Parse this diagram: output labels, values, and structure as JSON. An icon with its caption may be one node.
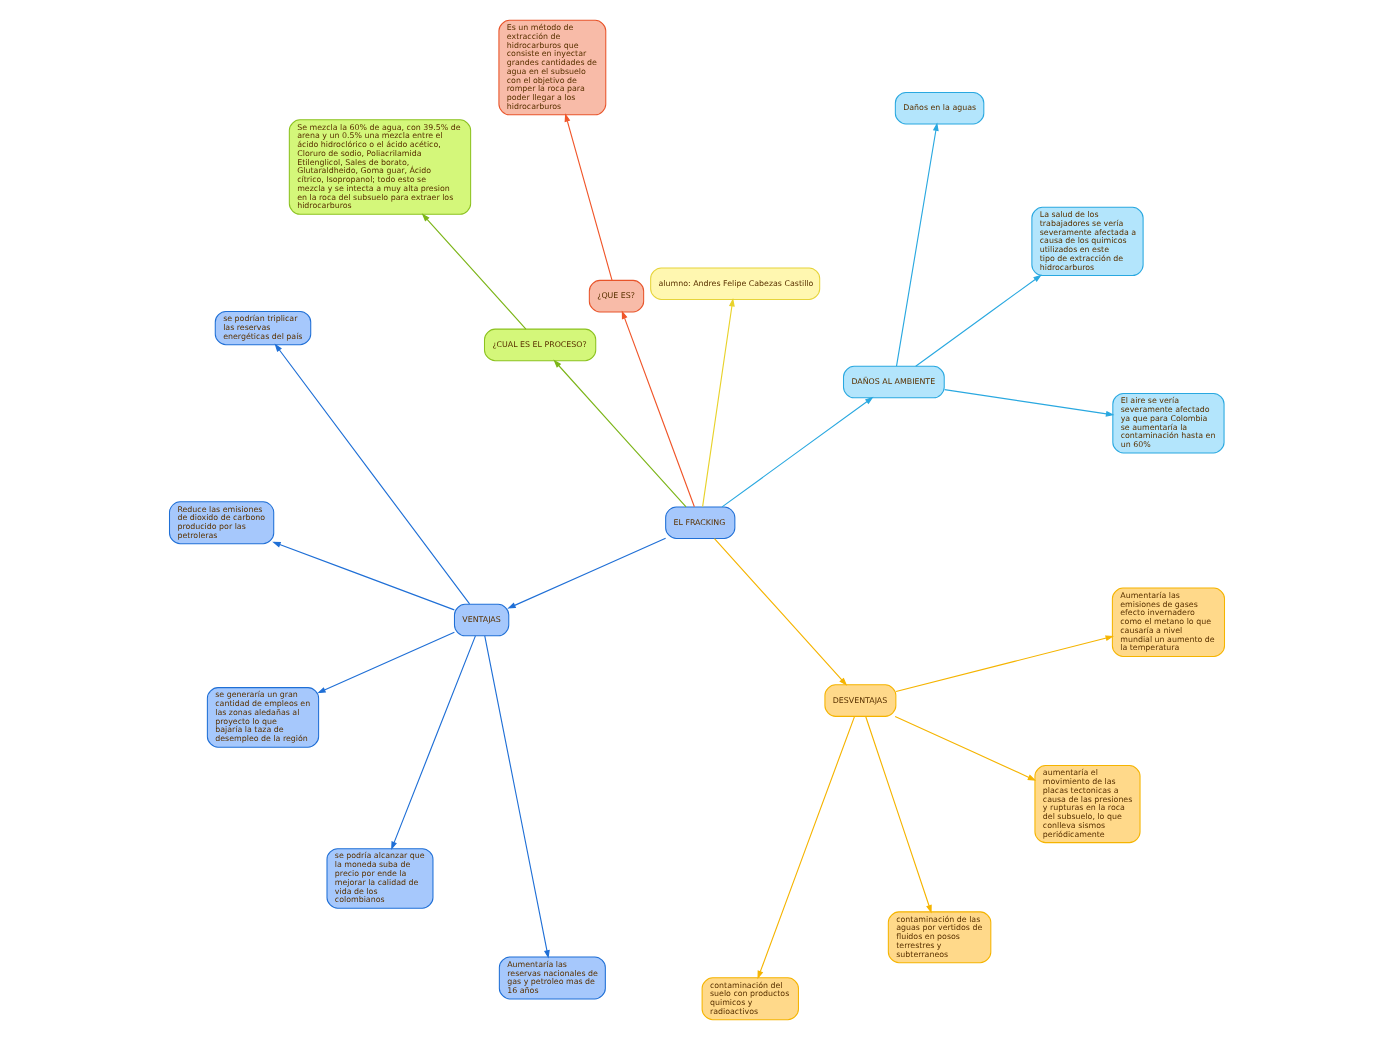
{
  "diagram": {
    "nodes": [
      {
        "text": [
          "El aire se vería severamente afectado ya que para Colombia se aumentaría la contaminación hasta en un 60%"
        ]
      },
      {
        "text": [
          "La salud de los trabajadores se vería severamente afectada a causa de los quimicos utilizados en este tipo de extracción de hidrocarburos"
        ]
      },
      {
        "text": [
          "DAÑOS AL AMBIENTE"
        ]
      },
      {
        "text": [
          "Daños en la aguas"
        ]
      },
      {
        "text": [
          "alumno: Andres Felipe Cabezas Castillo"
        ]
      },
      {
        "text": [
          "Es un método de extracción de hidrocarburos que consiste en inyectar grandes cantidades de agua en el subsuelo con el objetivo de romper la roca para poder llegar a los hidrocarburos"
        ]
      },
      {
        "text": [
          "¿QUE ES?"
        ]
      },
      {
        "text": [
          "Se mezcla la 60% de agua, con 39.5% de arena y un 0.5% una mezcla entre el ácido hidroclórico o el ácido acético, Cloruro de sodio, Poliacrilamida Etilenglicol, Sales de borato, Glutaraldheido, Goma guar, Ácido cítrico, Isopropanol; todo esto se mezcla y se intecta a muy alta presion en la roca del subsuelo para extraer los hidrocarburos"
        ]
      },
      {
        "text": [
          "¿CUAL ES EL PROCESO?"
        ]
      },
      {
        "text": [
          "EL FRACKING"
        ]
      },
      {
        "text": [
          "se podrían triplicar las reservas energéticas del país"
        ]
      },
      {
        "text": [
          "Reduce las emisiones de dioxido de carbono producido por las petroleras"
        ]
      },
      {
        "text": [
          "contaminación del suelo con productos quimicos y radioactivos"
        ]
      },
      {
        "text": [
          "se generaría un gran cantidad de empleos en las zonas aledañas al proyecto lo que bajaría la taza de desempleo de la región"
        ]
      },
      {
        "text": [
          "VENTAJAS"
        ]
      },
      {
        "text": [
          "DESVENTAJAS"
        ]
      },
      {
        "text": [
          "contaminación de las aguas por vertidos de fluidos en posos terrestres y subterraneos"
        ]
      },
      {
        "text": [
          "aumentaría el movimiento de las placas tectonicas a causa de las presiones y rupturas en la roca del subsuelo, lo que conlleva sismos periódicamente"
        ]
      },
      {
        "text": [
          "se podría alcanzar que la moneda suba de precio por ende la mejorar la calidad de vida de los colombianos"
        ]
      },
      {
        "text": [
          "Aumentaría las reservas nacionales de gas y petroleo mas de 16 años"
        ]
      },
      {
        "text": [
          "Aumentaría las emisiones de gases efecto invernadero como el metano lo que causaría a nivel mundial un aumento de la temperatura"
        ]
      }
    ],
    "edges": [
      {
        "from": 9,
        "to": 2,
        "arrow": "to",
        "color": "#29a8e0"
      },
      {
        "from": 2,
        "to": 0,
        "arrow": "to",
        "color": "#29a8e0"
      },
      {
        "from": 2,
        "to": 1,
        "arrow": "to",
        "color": "#29a8e0"
      },
      {
        "from": 2,
        "to": 3,
        "arrow": "to",
        "color": "#29a8e0"
      },
      {
        "from": 9,
        "to": 6,
        "arrow": "to",
        "color": "#f0562a"
      },
      {
        "from": 6,
        "to": 5,
        "arrow": "to",
        "color": "#f0562a"
      },
      {
        "from": 9,
        "to": 4,
        "arrow": "to",
        "color": "#e8d22a"
      },
      {
        "from": 9,
        "to": 8,
        "arrow": "to",
        "color": "#7cb518"
      },
      {
        "from": 8,
        "to": 7,
        "arrow": "to",
        "color": "#7cb518"
      },
      {
        "from": 9,
        "to": 14,
        "arrow": "to"
      },
      {
        "from": 14,
        "to": 10,
        "arrow": "to"
      },
      {
        "from": 14,
        "to": 11,
        "arrow": "to"
      },
      {
        "from": 14,
        "to": 13,
        "arrow": "to"
      },
      {
        "from": 14,
        "to": 18,
        "arrow": "to"
      },
      {
        "from": 14,
        "to": 19,
        "arrow": "to"
      },
      {
        "from": 9,
        "to": 15,
        "arrow": "to",
        "color": "#f5b400"
      },
      {
        "from": 15,
        "to": 12,
        "arrow": "to",
        "color": "#f5b400"
      },
      {
        "from": 15,
        "to": 16,
        "arrow": "to",
        "color": "#f5b400"
      },
      {
        "from": 15,
        "to": 17,
        "arrow": "to",
        "color": "#f5b400"
      },
      {
        "from": 15,
        "to": 20,
        "arrow": "to",
        "color": "#f5b400"
      }
    ]
  }
}
